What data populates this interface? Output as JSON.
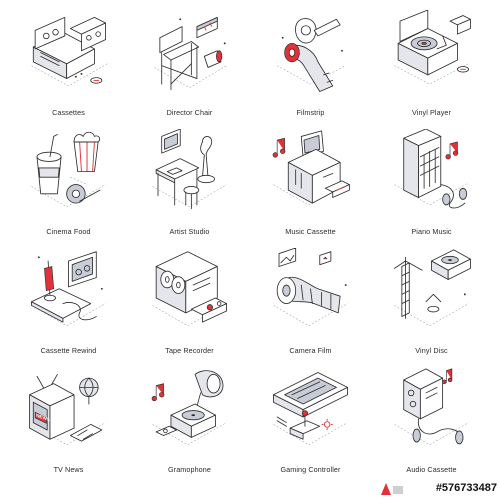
{
  "icons": [
    {
      "label": "Cassettes",
      "icon": "cassettes-icon"
    },
    {
      "label": "Director Chair",
      "icon": "director-chair-icon"
    },
    {
      "label": "Filmstrip",
      "icon": "filmstrip-icon"
    },
    {
      "label": "Vinyl Player",
      "icon": "vinyl-player-icon"
    },
    {
      "label": "Cinema Food",
      "icon": "cinema-food-icon"
    },
    {
      "label": "Artist Studio",
      "icon": "artist-studio-icon"
    },
    {
      "label": "Music Cassette",
      "icon": "music-cassette-icon"
    },
    {
      "label": "Piano Music",
      "icon": "piano-music-icon"
    },
    {
      "label": "Cassette Rewind",
      "icon": "cassette-rewind-icon"
    },
    {
      "label": "Tape Recorder",
      "icon": "tape-recorder-icon"
    },
    {
      "label": "Camera Film",
      "icon": "camera-film-icon"
    },
    {
      "label": "Vinyl Disc",
      "icon": "vinyl-disc-icon"
    },
    {
      "label": "TV News",
      "icon": "tv-news-icon"
    },
    {
      "label": "Gramophone",
      "icon": "gramophone-icon"
    },
    {
      "label": "Gaming Controller",
      "icon": "gaming-controller-icon"
    },
    {
      "label": "Audio Cassette",
      "icon": "audio-cassette-icon"
    }
  ],
  "icon_text": {
    "news": "NEWS"
  },
  "watermark": {
    "id": "#576733487"
  },
  "colors": {
    "accent": "#e0323a",
    "line": "#2c2c2c",
    "fill_light": "#e4e6ec",
    "background": "#ffffff"
  }
}
